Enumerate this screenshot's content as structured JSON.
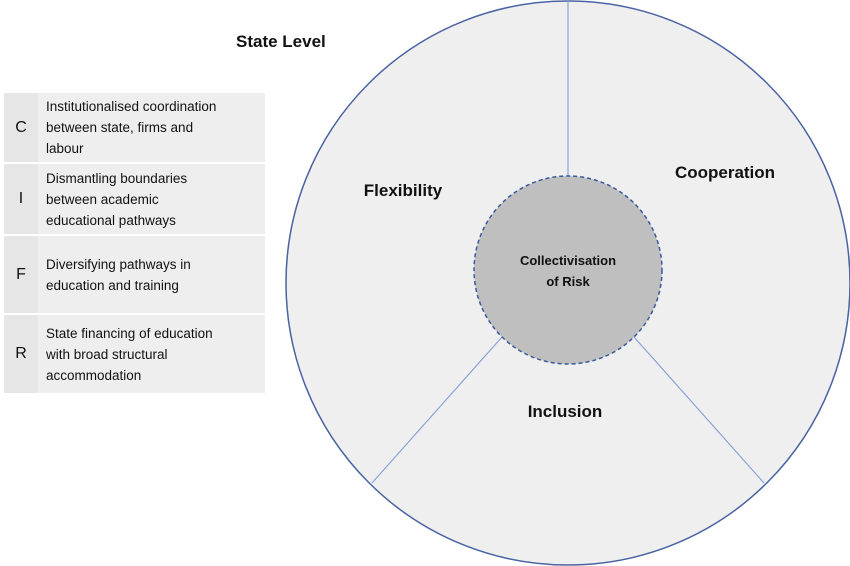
{
  "title": "State Level",
  "legend": [
    {
      "letter": "C",
      "lines": [
        "Institutionalised coordination",
        "between state, firms and",
        "labour"
      ]
    },
    {
      "letter": "I",
      "lines": [
        "Dismantling boundaries",
        "between academic",
        "educational pathways"
      ]
    },
    {
      "letter": "F",
      "lines": [
        "Diversifying pathways in",
        "education and training"
      ]
    },
    {
      "letter": "R",
      "lines": [
        "State financing of education",
        "with broad structural",
        "accommodation"
      ]
    }
  ],
  "diagram": {
    "segments": {
      "flexibility": "Flexibility",
      "cooperation": "Cooperation",
      "inclusion": "Inclusion"
    },
    "core": [
      "Collectivisation",
      "of Risk"
    ],
    "colors": {
      "outer_fill": "#efefef",
      "outer_stroke": "#4a63a3",
      "divider": "#8aa3d6",
      "core_fill": "#bfbfbf",
      "core_stroke": "#3a5a9c",
      "legend_bg": "#eeeeee"
    }
  }
}
